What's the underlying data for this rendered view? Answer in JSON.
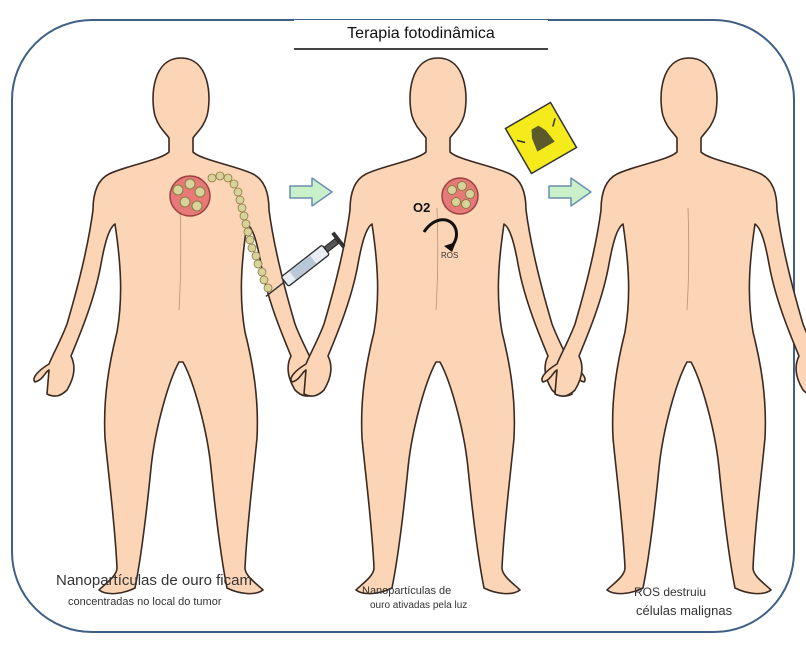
{
  "title": "Terapia fotodinâmica",
  "panels": [
    {
      "caption_line1": "Nanopartículas de ouro ficam",
      "caption_line2": "concentradas no local do tumor"
    },
    {
      "caption_line1": "Nanopartículas de",
      "caption_line2": "ouro ativadas pela luz"
    },
    {
      "caption_line1": "ROS destruiu",
      "caption_line2": "células malignas"
    }
  ],
  "labels": {
    "oxygen": "O2",
    "ros": "ROS"
  },
  "icons": {
    "transition": "right-arrow-icon",
    "light": "light-source-icon",
    "injection": "syringe-icon"
  },
  "colors": {
    "skin": "#fbd5b5",
    "skin_outline": "#3a2a22",
    "frame": "#3f5f86",
    "arrow_fill": "#c9f0c9",
    "arrow_stroke": "#6a8fb0",
    "light_box": "#f5ea1c",
    "tumor": "#e77a78",
    "nanoparticle": "#d8d39a"
  }
}
